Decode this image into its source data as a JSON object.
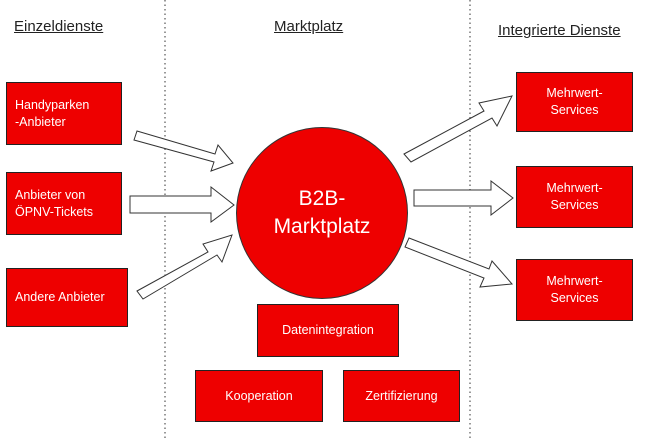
{
  "headings": {
    "left": "Einzeldienste",
    "center": "Marktplatz",
    "right": "Integrierte Dienste"
  },
  "providers": [
    {
      "label": "Handyparken\n-Anbieter"
    },
    {
      "label": "Anbieter von\nÖPNV-Tickets"
    },
    {
      "label": "Andere Anbieter"
    }
  ],
  "hub": {
    "label": "B2B-\nMarktplatz"
  },
  "services": [
    {
      "label": "Mehrwert-\nServices"
    },
    {
      "label": "Mehrwert-\nServices"
    },
    {
      "label": "Mehrwert-\nServices"
    }
  ],
  "functions": {
    "integration": "Datenintegration",
    "cooperation": "Kooperation",
    "certification": "Zertifizierung"
  },
  "colors": {
    "box_fill": "#ee0000",
    "box_text": "#ffffff",
    "outline": "#222222"
  }
}
